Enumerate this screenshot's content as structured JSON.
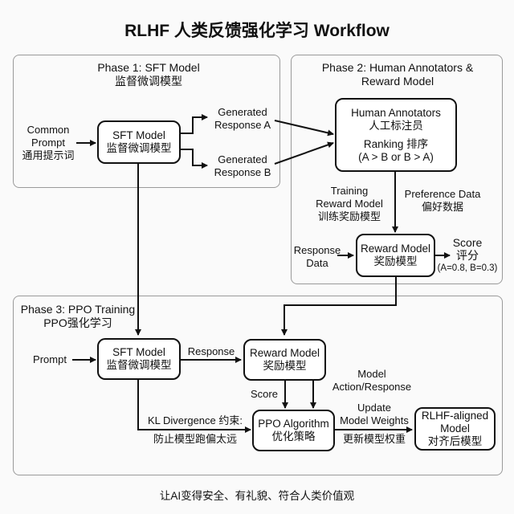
{
  "title": "RLHF 人类反馈强化学习 Workflow",
  "footer": "让AI变得安全、有礼貌、符合人类价值观",
  "phase1": {
    "label_en": "Phase 1: SFT Model",
    "label_zh": "监督微调模型",
    "input": [
      "Common",
      "Prompt",
      "通用提示词"
    ],
    "sft_node": [
      "SFT Model",
      "监督微调模型"
    ],
    "response_a": [
      "Generated",
      "Response A"
    ],
    "response_b": [
      "Generated",
      "Response B"
    ]
  },
  "phase2": {
    "label_line1": "Phase 2: Human Annotators &",
    "label_line2": "Reward Model",
    "annotators_node": [
      "Human Annotators",
      "人工标注员",
      "Ranking 排序",
      "(A > B or B > A)"
    ],
    "training_label": [
      "Training",
      "Reward Model",
      "训练奖励模型"
    ],
    "preference_label": [
      "Preference Data",
      "偏好数据"
    ],
    "response_data_label": [
      "Response",
      "Data"
    ],
    "reward_node": [
      "Reward Model",
      "奖励模型"
    ],
    "score_label": [
      "Score",
      "评分",
      "(A=0.8, B=0.3)"
    ]
  },
  "phase3": {
    "label_en": "Phase 3: PPO Training",
    "label_zh": "PPO强化学习",
    "prompt_label": "Prompt",
    "sft_node": [
      "SFT Model",
      "监督微调模型"
    ],
    "response_label": "Response",
    "reward_node": [
      "Reward Model",
      "奖励模型"
    ],
    "score_label": "Score",
    "action_label": [
      "Model",
      "Action/Response"
    ],
    "kl_label": [
      "KL Divergence 约束:",
      "防止模型跑偏太远"
    ],
    "ppo_node": [
      "PPO Algorithm",
      "优化策略"
    ],
    "update_label": [
      "Update",
      "Model Weights",
      "更新模型权重"
    ],
    "aligned_node": [
      "RLHF-aligned",
      "Model",
      "对齐后模型"
    ]
  }
}
